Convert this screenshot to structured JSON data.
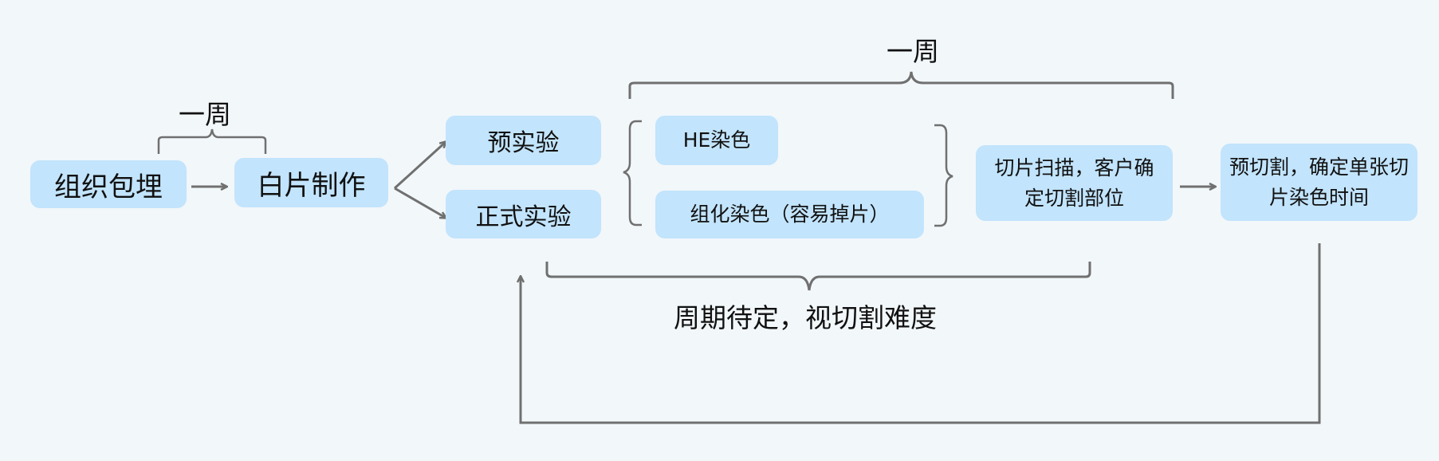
{
  "nodes": {
    "embed": "组织包埋",
    "slide_prep": "白片制作",
    "pre_exp": "预实验",
    "formal_exp": "正式实验",
    "he_stain": "HE染色",
    "ihc_stain": "组化染色（容易掉片）",
    "scan": "切片扫描，客户确定切割部位",
    "pre_cut": "预切割，确定单张切片染色时间"
  },
  "labels": {
    "week_small": "一周",
    "week_top": "一周",
    "period": "周期待定，视切割难度"
  },
  "colors": {
    "background": "#f2f7fa",
    "node": "#c2e4fc",
    "line": "#707070"
  }
}
